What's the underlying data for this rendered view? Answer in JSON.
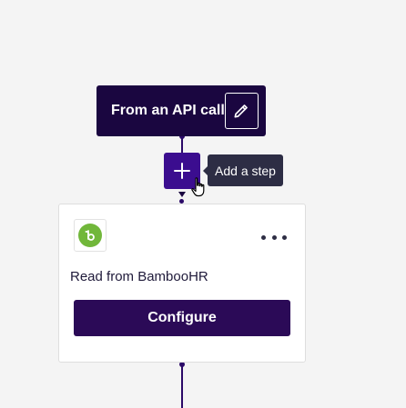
{
  "flow": {
    "trigger": {
      "label": "From an API call",
      "edit_icon": "pencil-icon"
    },
    "add_step": {
      "icon": "plus-icon",
      "tooltip": "Add a step"
    },
    "step": {
      "app_icon": "bamboohr-logo-icon",
      "title": "Read from BambooHR",
      "menu_icon": "more-horizontal-icon",
      "configure_label": "Configure"
    }
  },
  "colors": {
    "trigger_bg": "#1a0640",
    "add_step_bg": "#3b0d8f",
    "connector": "#2b0a68",
    "tooltip_bg": "#2d2d44",
    "configure_bg": "#2b0a57",
    "bamboohr_green": "#71b73a",
    "canvas_bg": "#f4f4f4"
  }
}
